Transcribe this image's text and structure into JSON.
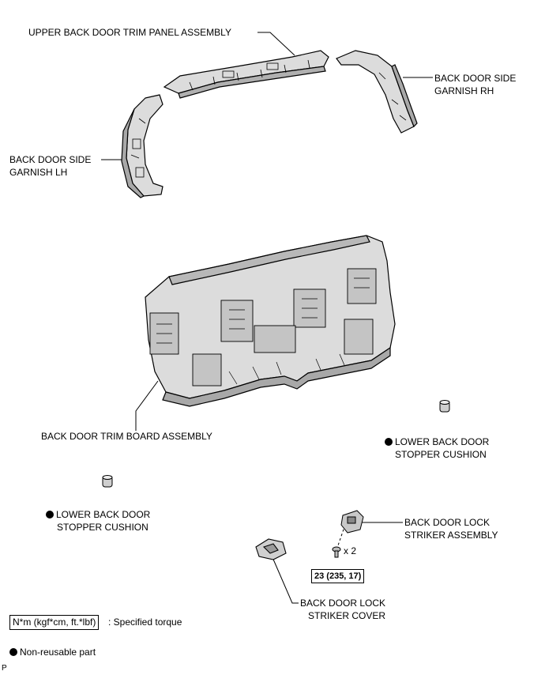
{
  "labels": {
    "upper_panel": "UPPER BACK DOOR TRIM PANEL ASSEMBLY",
    "side_garnish_rh_1": "BACK DOOR SIDE",
    "side_garnish_rh_2": "GARNISH RH",
    "side_garnish_lh_1": "BACK DOOR SIDE",
    "side_garnish_lh_2": "GARNISH LH",
    "trim_board": "BACK DOOR TRIM BOARD ASSEMBLY",
    "cushion_right_1": "LOWER BACK DOOR",
    "cushion_right_2": "STOPPER CUSHION",
    "cushion_left_1": "LOWER BACK DOOR",
    "cushion_left_2": "STOPPER CUSHION",
    "striker_assy_1": "BACK DOOR LOCK",
    "striker_assy_2": "STRIKER ASSEMBLY",
    "striker_cover_1": "BACK DOOR LOCK",
    "striker_cover_2": "STRIKER COVER",
    "screw_qty": "x 2",
    "torque_value": "23 (235, 17)"
  },
  "legend": {
    "torque_unit": "N*m (kgf*cm, ft.*lbf)",
    "torque_text": ": Specified torque",
    "nonreusable_text": "Non-reusable part"
  },
  "corner_mark": "P",
  "colors": {
    "line": "#000000",
    "part_fill": "#d9d9d9",
    "part_shadow": "#a8a8a8"
  }
}
